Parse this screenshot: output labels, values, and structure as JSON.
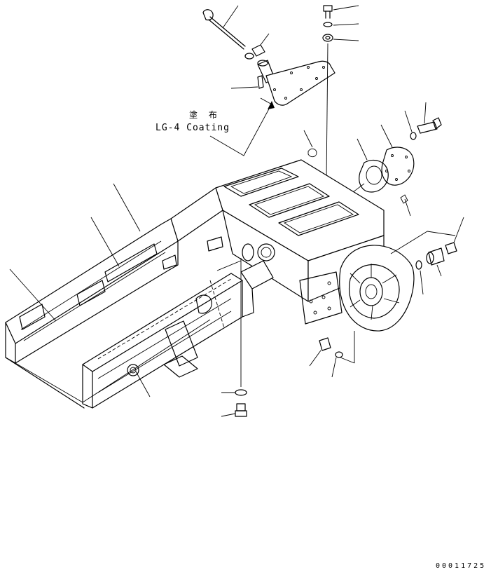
{
  "annotation": {
    "kanji": "塗 布",
    "coating": "LG-4 Coating"
  },
  "drawing_code": "00011725",
  "icons": [
    "bolt-icon",
    "washer-icon",
    "plug-icon",
    "lever-icon",
    "cover-icon"
  ]
}
